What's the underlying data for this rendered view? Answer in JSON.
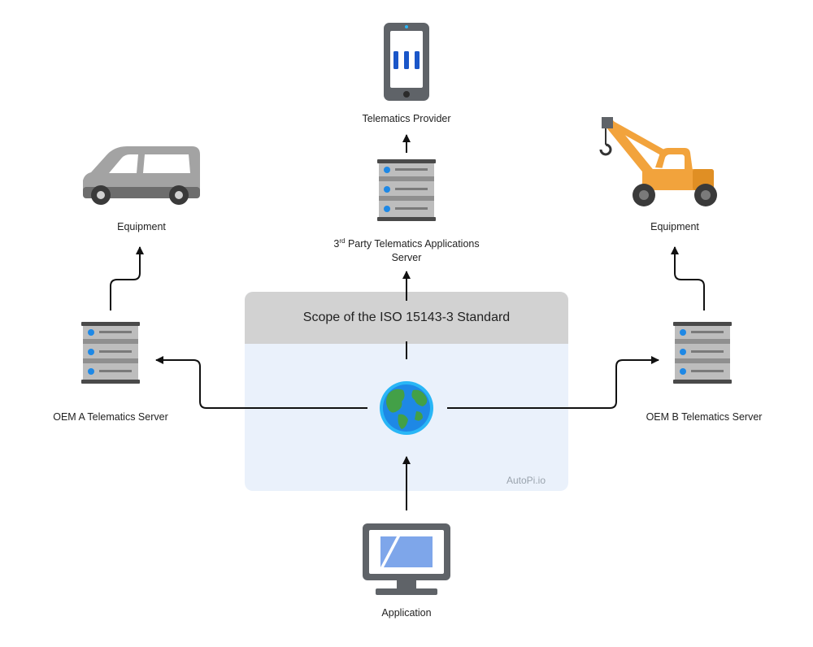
{
  "scope": {
    "title": "Scope of the ISO 15143-3 Standard",
    "watermark": "AutoPi.io"
  },
  "nodes": {
    "telematics_provider": {
      "label": "Telematics Provider",
      "icon": "smartphone-icon"
    },
    "third_party_server": {
      "label_sup": "rd",
      "label_prefix": "3",
      "label_line1": "Party Telematics Applications",
      "label_line2": "Server",
      "icon": "server-icon"
    },
    "equipment_left": {
      "label": "Equipment",
      "icon": "van-icon"
    },
    "equipment_right": {
      "label": "Equipment",
      "icon": "crane-icon"
    },
    "oem_a": {
      "label": "OEM A Telematics Server",
      "icon": "server-icon"
    },
    "oem_b": {
      "label": "OEM B Telematics Server",
      "icon": "server-icon"
    },
    "application": {
      "label": "Application",
      "icon": "monitor-icon"
    },
    "hub": {
      "icon": "globe-icon"
    }
  },
  "colors": {
    "scope_header": "#d2d2d2",
    "scope_body": "#eaf1fb",
    "server_body": "#bdbdbd",
    "server_stripe": "#8f8f8f",
    "server_cap": "#4a4a4a",
    "server_led": "#1e88e5",
    "phone_body": "#5f6368",
    "phone_bars": "#1a56c8",
    "van_body": "#a3a3a3",
    "crane_body": "#f2a33c",
    "monitor_screen": "#7ea6ea",
    "globe_ocean": "#1e88e5",
    "globe_land": "#43a047"
  }
}
